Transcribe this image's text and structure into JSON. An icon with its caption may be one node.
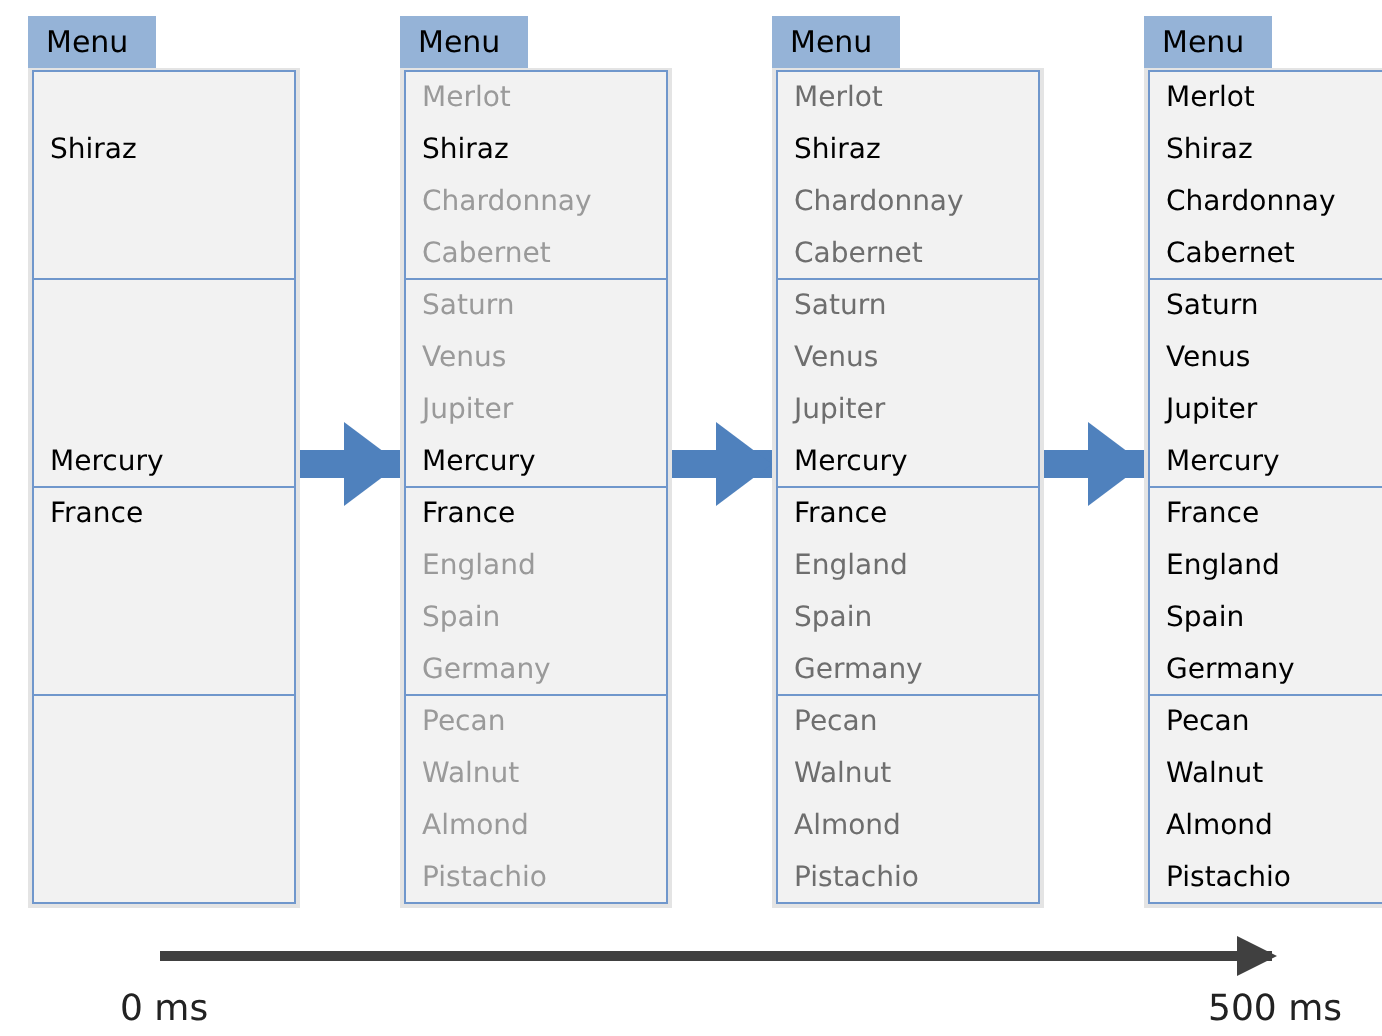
{
  "diagram": {
    "nodes": [
      {
        "text": [
          "Menu"
        ]
      },
      {
        "text": [],
        "shape": "box",
        "in": 0
      },
      {
        "text": [
          "Shiraz"
        ],
        "in": 1
      },
      {
        "text": [],
        "shape": "box",
        "in": 0
      },
      {
        "text": [
          "Mercury"
        ],
        "in": 3
      },
      {
        "text": [],
        "shape": "box",
        "in": 0
      },
      {
        "text": [
          "France"
        ],
        "in": 5
      },
      {
        "text": [],
        "shape": "box",
        "in": 0
      },
      {
        "text": [
          "Menu"
        ]
      },
      {
        "text": [],
        "shape": "box",
        "in": 8
      },
      {
        "text": [
          "Merlot"
        ],
        "in": 9
      },
      {
        "text": [
          "Shiraz"
        ],
        "in": 9
      },
      {
        "text": [
          "Chardonnay"
        ],
        "in": 9
      },
      {
        "text": [
          "Cabernet"
        ],
        "in": 9
      },
      {
        "text": [],
        "shape": "box",
        "in": 8
      },
      {
        "text": [
          "Saturn"
        ],
        "in": 14
      },
      {
        "text": [
          "Venus"
        ],
        "in": 14
      },
      {
        "text": [
          "Jupiter"
        ],
        "in": 14
      },
      {
        "text": [
          "Mercury"
        ],
        "in": 14
      },
      {
        "text": [],
        "shape": "box",
        "in": 8
      },
      {
        "text": [
          "France"
        ],
        "in": 19
      },
      {
        "text": [
          "England"
        ],
        "in": 19
      },
      {
        "text": [
          "Spain"
        ],
        "in": 19
      },
      {
        "text": [
          "Germany"
        ],
        "in": 19
      },
      {
        "text": [],
        "shape": "box",
        "in": 8
      },
      {
        "text": [
          "Pecan"
        ],
        "in": 24
      },
      {
        "text": [
          "Walnut"
        ],
        "in": 24
      },
      {
        "text": [
          "Almond"
        ],
        "in": 24
      },
      {
        "text": [
          "Pistachio"
        ],
        "in": 24
      },
      {
        "text": [
          "Menu"
        ]
      },
      {
        "text": [],
        "shape": "box",
        "in": 29
      },
      {
        "text": [
          "Merlot"
        ],
        "in": 30
      },
      {
        "text": [
          "Shiraz"
        ],
        "in": 30
      },
      {
        "text": [
          "Chardonnay"
        ],
        "in": 30
      },
      {
        "text": [
          "Cabernet"
        ],
        "in": 30
      },
      {
        "text": [],
        "shape": "box",
        "in": 29
      },
      {
        "text": [
          "Saturn"
        ],
        "in": 35
      },
      {
        "text": [
          "Venus"
        ],
        "in": 35
      },
      {
        "text": [
          "Jupiter"
        ],
        "in": 35
      },
      {
        "text": [
          "Mercury"
        ],
        "in": 35
      },
      {
        "text": [],
        "shape": "box",
        "in": 29
      },
      {
        "text": [
          "France"
        ],
        "in": 40
      },
      {
        "text": [
          "England"
        ],
        "in": 40
      },
      {
        "text": [
          "Spain"
        ],
        "in": 40
      },
      {
        "text": [
          "Germany"
        ],
        "in": 40
      },
      {
        "text": [],
        "shape": "box",
        "in": 29
      },
      {
        "text": [
          "Pecan"
        ],
        "in": 45
      },
      {
        "text": [
          "Walnut"
        ],
        "in": 45
      },
      {
        "text": [
          "Almond"
        ],
        "in": 45
      },
      {
        "text": [
          "Pistachio"
        ],
        "in": 45
      },
      {
        "text": [
          "Menu"
        ]
      },
      {
        "text": [],
        "shape": "box",
        "in": 50
      },
      {
        "text": [
          "Merlot"
        ],
        "in": 51
      },
      {
        "text": [
          "Shiraz"
        ],
        "in": 51
      },
      {
        "text": [
          "Chardonnay"
        ],
        "in": 51
      },
      {
        "text": [
          "Cabernet"
        ],
        "in": 51
      },
      {
        "text": [],
        "shape": "box",
        "in": 50
      },
      {
        "text": [
          "Saturn"
        ],
        "in": 56
      },
      {
        "text": [
          "Venus"
        ],
        "in": 56
      },
      {
        "text": [
          "Jupiter"
        ],
        "in": 56
      },
      {
        "text": [
          "Mercury"
        ],
        "in": 56
      },
      {
        "text": [],
        "shape": "box",
        "in": 50
      },
      {
        "text": [
          "France"
        ],
        "in": 61
      },
      {
        "text": [
          "England"
        ],
        "in": 61
      },
      {
        "text": [
          "Spain"
        ],
        "in": 61
      },
      {
        "text": [
          "Germany"
        ],
        "in": 61
      },
      {
        "text": [],
        "shape": "box",
        "in": 50
      },
      {
        "text": [
          "Pecan"
        ],
        "in": 66
      },
      {
        "text": [
          "Walnut"
        ],
        "in": 66
      },
      {
        "text": [
          "Almond"
        ],
        "in": 66
      },
      {
        "text": [
          "Pistachio"
        ],
        "in": 66
      }
    ],
    "edges": [
      {
        "from": 0,
        "to": 8,
        "arrow": "to"
      },
      {
        "from": 8,
        "to": 29,
        "arrow": "to"
      },
      {
        "from": 29,
        "to": 50,
        "arrow": "to"
      }
    ],
    "labels": [
      "0 ms",
      "500 ms"
    ]
  }
}
